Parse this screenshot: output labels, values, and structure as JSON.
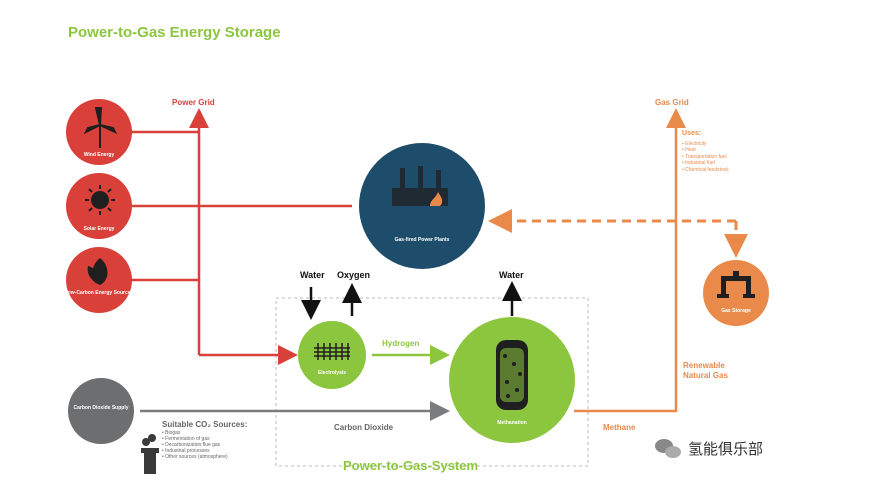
{
  "title": "Power-to-Gas Energy Storage",
  "labels": {
    "power_grid": "Power Grid",
    "gas_grid": "Gas Grid",
    "water_in": "Water",
    "oxygen": "Oxygen",
    "water_out": "Water",
    "hydrogen": "Hydrogen",
    "carbon_dioxide": "Carbon Dioxide",
    "methane": "Methane",
    "renewable_natural_gas": "Renewable Natural Gas",
    "system_title": "Power-to-Gas-System"
  },
  "nodes": {
    "wind": "Wind Energy",
    "solar": "Solar Energy",
    "low_carbon": "Low-Carbon Energy Sources",
    "gas_power_plant": "Gas-fired Power Plants",
    "electrolysis": "Electrolysis",
    "methanation": "Methanation",
    "gas_storage": "Gas Storage",
    "carbon_source": "Carbon Dioxide Supply"
  },
  "uses": {
    "heading": "Uses:",
    "items": [
      "Electricity",
      "Heat",
      "Transportation fuel",
      "Industrial fuel",
      "Chemical feedstock"
    ]
  },
  "co2_sources": {
    "heading": "Suitable CO₂ Sources:",
    "items": [
      "Biogas",
      "Fermentation of gas",
      "Decarbonization flue gas",
      "Industrial processes",
      "Other sources (atmosphere)"
    ]
  },
  "watermark": "氢能俱乐部",
  "colors": {
    "red": "#d9403a",
    "orange": "#e98a4a",
    "green": "#8cc63f",
    "navy": "#1e4d6b",
    "gray": "#6d6e70"
  }
}
